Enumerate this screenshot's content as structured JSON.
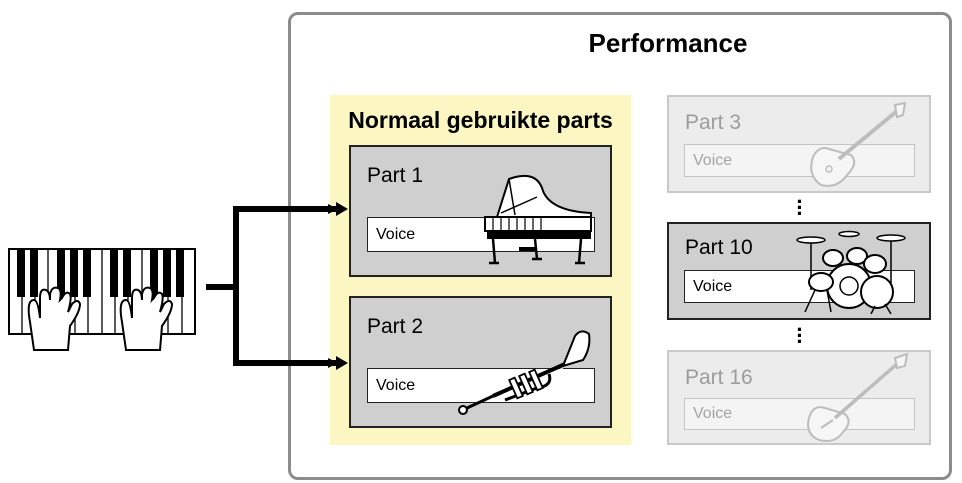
{
  "performance": {
    "title": "Performance"
  },
  "common_parts": {
    "title": "Normaal gebruikte parts"
  },
  "parts": [
    {
      "label": "Part 1",
      "voice": "Voice",
      "instrument": "grand-piano-icon"
    },
    {
      "label": "Part 2",
      "voice": "Voice",
      "instrument": "trumpet-icon"
    },
    {
      "label": "Part 3",
      "voice": "Voice",
      "instrument": "electric-guitar-icon"
    },
    {
      "label": "Part 10",
      "voice": "Voice",
      "instrument": "drum-kit-icon"
    },
    {
      "label": "Part 16",
      "voice": "Voice",
      "instrument": "bass-guitar-icon"
    }
  ],
  "icons": {
    "keyboard": "keyboard-hands-icon",
    "ellipsis": "vertical-ellipsis-icon"
  },
  "colors": {
    "highlight": "#fcf6c3",
    "active_part": "#cfcfcf",
    "inactive_part": "#ececec",
    "frame": "#8c8c8c"
  }
}
